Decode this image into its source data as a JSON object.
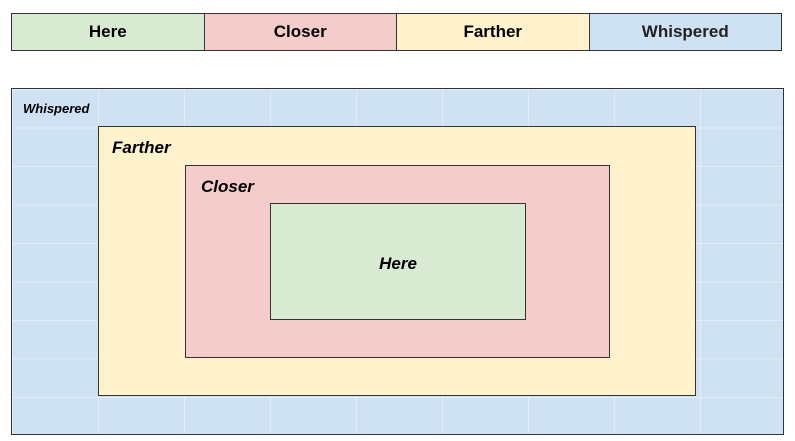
{
  "colors": {
    "here": "#d9ead3",
    "closer": "#f4cccc",
    "farther": "#fff2cc",
    "whispered": "#cfe2f3"
  },
  "legend": [
    "Here",
    "Closer",
    "Farther",
    "Whispered"
  ],
  "regions": {
    "whispered": "Whispered",
    "farther": "Farther",
    "closer": "Closer",
    "here": "Here"
  }
}
